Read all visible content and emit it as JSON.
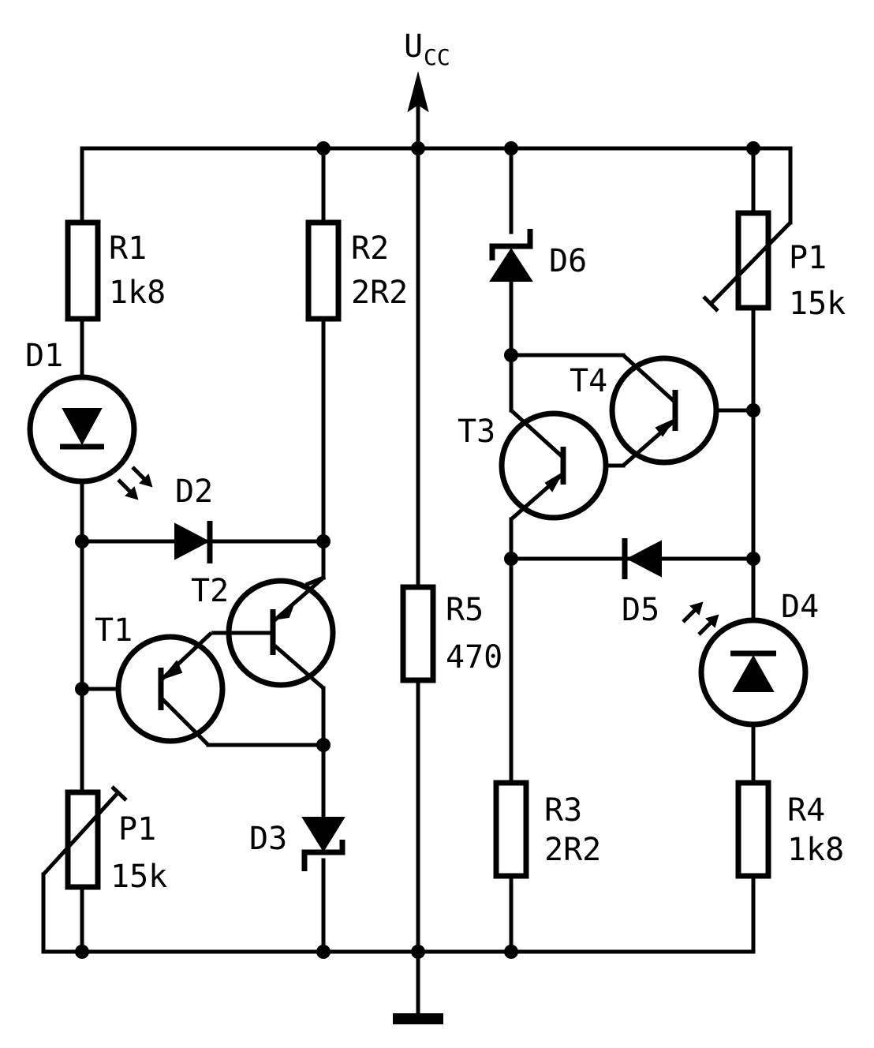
{
  "supply": {
    "main": "U",
    "sub": "CC"
  },
  "components": {
    "R1": {
      "name": "R1",
      "value": "1k8"
    },
    "R2": {
      "name": "R2",
      "value": "2R2"
    },
    "R3": {
      "name": "R3",
      "value": "2R2"
    },
    "R4": {
      "name": "R4",
      "value": "1k8"
    },
    "R5": {
      "name": "R5",
      "value": "470"
    },
    "P1_left": {
      "name": "P1",
      "value": "15k"
    },
    "P1_right": {
      "name": "P1",
      "value": "15k"
    },
    "D1": {
      "name": "D1"
    },
    "D2": {
      "name": "D2"
    },
    "D3": {
      "name": "D3"
    },
    "D4": {
      "name": "D4"
    },
    "D5": {
      "name": "D5"
    },
    "D6": {
      "name": "D6"
    },
    "T1": {
      "name": "T1"
    },
    "T2": {
      "name": "T2"
    },
    "T3": {
      "name": "T3"
    },
    "T4": {
      "name": "T4"
    }
  }
}
